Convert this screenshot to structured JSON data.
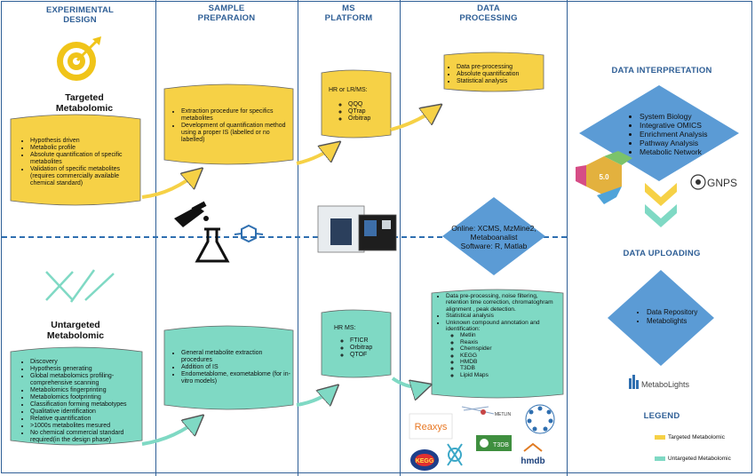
{
  "headers": {
    "experimental_design": [
      "EXPERIMENTAL",
      "DESIGN"
    ],
    "sample_preparation": [
      "SAMPLE",
      "PREPARAION"
    ],
    "ms_platform": [
      "MS",
      "PLATFORM"
    ],
    "data_processing": [
      "DATA",
      "PROCESSING"
    ],
    "data_interpretation": "DATA INTERPRETATION",
    "data_uploading": "DATA UPLOADING",
    "legend": "LEGEND"
  },
  "targeted": {
    "title": [
      "Targeted",
      "Metabolomic"
    ],
    "design_items": [
      "Hypothesis driven",
      "Metabolic profile",
      "Absolute quantification of specific metabolites",
      "Validation of specific metabolites (requires commercially available chemical standard)"
    ],
    "prep_items": [
      "Extraction procedure for specifics metabolites",
      "Development of quantification method using a proper IS (labelled or no labelled)"
    ],
    "ms_title": "HR or LR/MS:",
    "ms_items": [
      "QQQ",
      "QTrap",
      "Orbitrap"
    ],
    "processing_items": [
      "Data pre-processing",
      "Absolute quantification",
      "Statistical analysis"
    ]
  },
  "untargeted": {
    "title": [
      "Untargeted",
      "Metabolomic"
    ],
    "design_items": [
      "Discovery",
      "Hypothesis generating",
      "Global metabolomics profiling-comprehensive scanning",
      "Metabolomics fingerprinting",
      "Metabolomics footprinting",
      "Classification forming metabotypes",
      "Qualitative identification",
      "Relative quantification",
      ">1000s metabolites mesured",
      "No chemical commercial standard required(in the design phase)"
    ],
    "prep_items": [
      "General metabolite extraction procedures",
      "Addition of IS",
      "Endometablome, exometablome  (for in-vitro models)"
    ],
    "ms_title": "HR MS:",
    "ms_items": [
      "FTICR",
      "Orbitrap",
      "QTOF"
    ],
    "processing_items": [
      "Data pre-processing, noise filtering, retention time correction, chromatoghram   alignment , peak detection.",
      "Statistical analysis",
      "Unknown compound annotation and identification:"
    ],
    "databases": [
      "Metlin",
      "Reaxis",
      "Chemspider",
      "KEGG",
      "HMDB",
      "T3DB",
      "Lipid Maps"
    ]
  },
  "software": {
    "lines": [
      "Online: XCMS, MzMine2,",
      "Metaboanalist",
      "Software: R, Matlab"
    ]
  },
  "interpretation": {
    "items": [
      "System Biology",
      "Integrative OMICS",
      "Enrichment Analysis",
      "Pathway Analysis",
      "Metabolic Network"
    ]
  },
  "uploading": {
    "items": [
      "Data Repository",
      "Metabolights"
    ]
  },
  "logos": {
    "metaboanalyst_version": "5.0",
    "gnps": "GNPS",
    "metabolights": "MetaboLights",
    "reaxys": "Reaxys",
    "metlin": "METLIN",
    "t3db": "T3DB",
    "kegg": "KEGG",
    "hmdb": "hmdb"
  },
  "legend": {
    "targeted": "Targeted Metabolomic",
    "untargeted": "Untargeted Metabolomic"
  },
  "colors": {
    "targeted": "#f6d146",
    "untargeted": "#7fd9c4",
    "diamond": "#5b9bd5",
    "border": "#2f5f96"
  }
}
